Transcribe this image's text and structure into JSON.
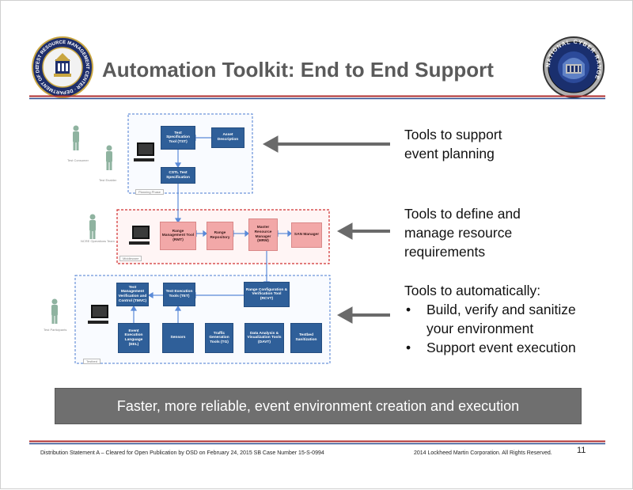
{
  "slide": {
    "title": "Automation Toolkit: End to End Support",
    "logo_left": {
      "name": "test-resource-management-center-seal",
      "text": "TEST RESOURCE MANAGEMENT CENTER · DEPARTMENT OF DEFENSE"
    },
    "logo_right": {
      "name": "national-cyber-range-seal",
      "text": "NATIONAL CYBER RANGE"
    },
    "colors": {
      "title": "#5a5a5a",
      "rule_red": "#b03030",
      "rule_blue": "#2f4f8f",
      "box_blue": "#2f5f99",
      "box_pink": "#f2a8a8",
      "banner": "#6f6f6f",
      "arrow": "#6a6a6a"
    }
  },
  "diagram": {
    "people": [
      {
        "label": "Test Consumer"
      },
      {
        "label": "Test Enabler"
      },
      {
        "label": "NCRE Operations Team"
      },
      {
        "label": "Test Participants"
      }
    ],
    "zones": [
      {
        "label": "Planning Phase"
      },
      {
        "label": "Middleware"
      },
      {
        "label": "Testbed"
      }
    ],
    "boxes": {
      "tst": "Test Specification Tool (TST)",
      "asset": "Asset Description",
      "cstl": "CSTL Test Specification",
      "rmt": "Range Management Tool (RMT)",
      "repo": "Range Repository",
      "mrm": "Master Resource Manager (MRM)",
      "san": "SAN Manager",
      "tmvc": "Test Management Verification and Control (TMVC)",
      "tet": "Test Execution Tools (TET)",
      "rcvt": "Range Configuration & Verification Tool (RCVT)",
      "eel": "Event Execution Language (EEL)",
      "sensors": "Sensors",
      "tgt": "Traffic Generation Tools (TG)",
      "davt": "Data Analysis & Visualization Tools (DAVT)",
      "tbs": "Testbed Sanitization"
    }
  },
  "callouts": {
    "planning": [
      "Tools to support",
      "event planning"
    ],
    "resources": [
      "Tools to define and",
      "manage resource",
      "requirements"
    ],
    "automation": {
      "heading": "Tools to automatically:",
      "bullet_glyph": "•",
      "bullets": [
        [
          "Build, verify and sanitize",
          "your environment"
        ],
        [
          "Support event execution"
        ]
      ]
    }
  },
  "banner": "Faster, more reliable, event environment creation and execution",
  "footer": {
    "left": "Distribution Statement A – Cleared for Open Publication by OSD on February 24, 2015 SB Case Number 15-S-0994",
    "right": "2014 Lockheed Martin Corporation. All Rights Reserved.",
    "page": "11"
  }
}
